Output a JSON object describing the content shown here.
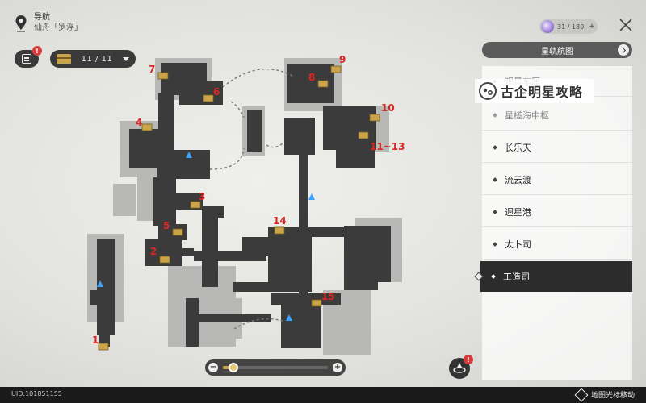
{
  "nav": {
    "title": "导航",
    "subtitle": "仙舟「罗浮」"
  },
  "task": {
    "badge": "!"
  },
  "chest_counter": {
    "value": "11 / 11"
  },
  "fuel": {
    "value": "31 / 180",
    "plus": "+"
  },
  "panel": {
    "header": "星轨航图",
    "locations": [
      {
        "label": "观景车厢",
        "state": "faded"
      },
      {
        "label": "星槎海中枢",
        "state": "faded"
      },
      {
        "label": "长乐天",
        "state": "normal"
      },
      {
        "label": "流云渡",
        "state": "normal"
      },
      {
        "label": "迴星港",
        "state": "normal"
      },
      {
        "label": "太卜司",
        "state": "normal"
      },
      {
        "label": "工造司",
        "state": "active"
      }
    ]
  },
  "watermark": {
    "text": "古企明星攻略"
  },
  "map": {
    "markers": [
      {
        "label": "1"
      },
      {
        "label": "2"
      },
      {
        "label": "3"
      },
      {
        "label": "4"
      },
      {
        "label": "5"
      },
      {
        "label": "6"
      },
      {
        "label": "7"
      },
      {
        "label": "8"
      },
      {
        "label": "9"
      },
      {
        "label": "10"
      },
      {
        "label": "11~13"
      },
      {
        "label": "14"
      },
      {
        "label": "15"
      }
    ]
  },
  "zoom": {
    "minus": "−",
    "plus": "+",
    "level": 0.1
  },
  "bottom_badge": "!",
  "footer": {
    "uid": "UID:101851155",
    "hint": "地图光标移动"
  },
  "colors": {
    "map_floor": "#3b3b3b",
    "map_wall": "#b5b5b5",
    "marker_red": "#e02525",
    "chest_gold": "#c9a44a",
    "panel_active": "#2c2c2c"
  }
}
